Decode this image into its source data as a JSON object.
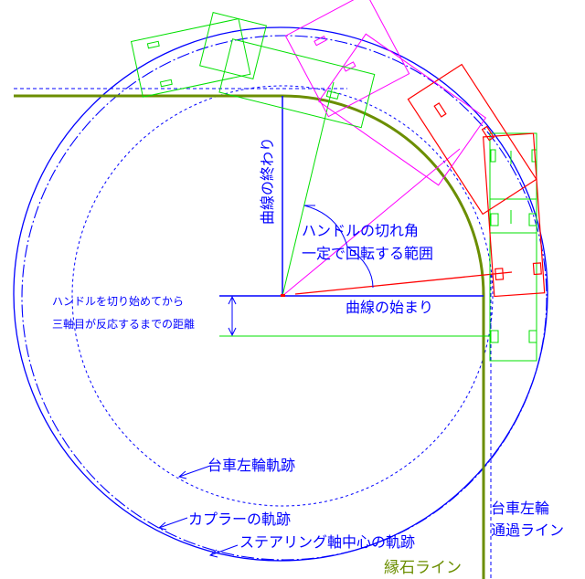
{
  "labels": {
    "curve_end": "曲線の終わり",
    "curve_start": "曲線の始まり",
    "handle_angle_line1": "ハンドルの切れ角",
    "handle_angle_line2": "一定で回転する範囲",
    "distance_line1": "ハンドルを切り始めてから",
    "distance_line2": "三軸目が反応するまでの距離",
    "bogie_left_wheel_track": "台車左輪軌跡",
    "coupler_track": "カプラーの軌跡",
    "steering_axle_track": "ステアリング軸中心の軌跡",
    "curb_line": "縁石ライン",
    "bogie_pass_line1": "台車左輪",
    "bogie_pass_line2": "通過ライン"
  },
  "colors": {
    "track": "#0000ff",
    "curb": "#6b8e00",
    "vehicle_green": "#00e000",
    "vehicle_magenta": "#ff00ff",
    "vehicle_red": "#ff0000"
  }
}
